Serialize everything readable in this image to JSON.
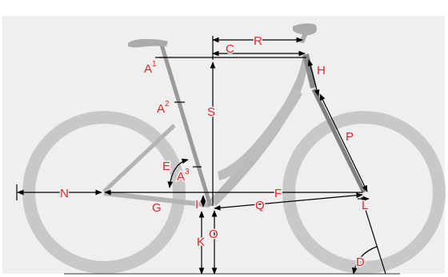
{
  "diagram": {
    "type": "bicycle-frame-geometry",
    "colors": {
      "background": "#ffffff",
      "panel": "#efefef",
      "wheel": "#c8c8c8",
      "frame": "#b9b9b9",
      "seat_tube": "#9a9a9a",
      "fork": "#7f7f7f",
      "saddle": "#aaaaaa",
      "dimension_line": "#000000",
      "label": "#e0262b"
    },
    "labels": {
      "A1": {
        "text": "A",
        "sup": "1"
      },
      "A2": {
        "text": "A",
        "sup": "2"
      },
      "A3": {
        "text": "A",
        "sup": "3"
      },
      "C": "C",
      "R": "R",
      "H": "H",
      "S": "S",
      "P": "P",
      "E": "E",
      "F": "F",
      "N": "N",
      "G": "G",
      "I": "I",
      "Q": "Q",
      "L": "L",
      "K": "K",
      "O": "O",
      "D": "D"
    }
  }
}
